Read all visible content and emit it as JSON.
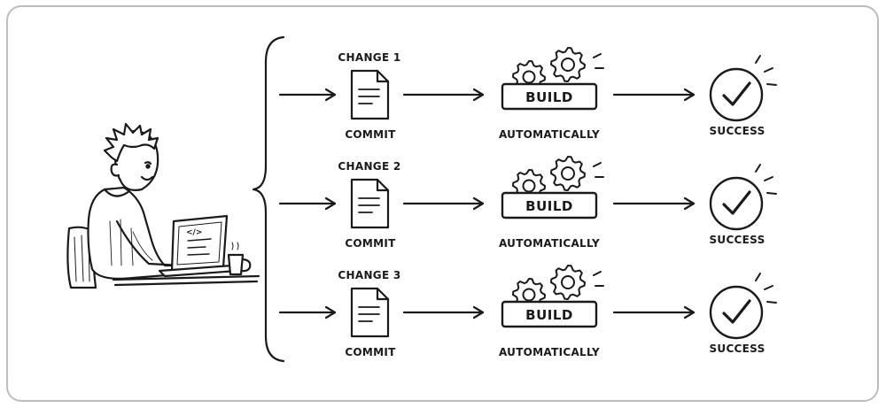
{
  "rows": [
    {
      "change": "CHANGE 1",
      "commit": "COMMIT",
      "build": "BUILD",
      "auto": "AUTOMATICALLY",
      "result": "SUCCESS"
    },
    {
      "change": "CHANGE 2",
      "commit": "COMMIT",
      "build": "BUILD",
      "auto": "AUTOMATICALLY",
      "result": "SUCCESS"
    },
    {
      "change": "CHANGE 3",
      "commit": "COMMIT",
      "build": "BUILD",
      "auto": "AUTOMATICALLY",
      "result": "SUCCESS"
    }
  ],
  "laptop_screen_code": "</>",
  "icons": {
    "document": "document-icon",
    "gears": "gear-icon",
    "success": "checkmark-icon",
    "person": "developer-illustration"
  },
  "colors": {
    "ink": "#1a1a1a",
    "frame": "#bdbdbd",
    "background": "#ffffff"
  }
}
